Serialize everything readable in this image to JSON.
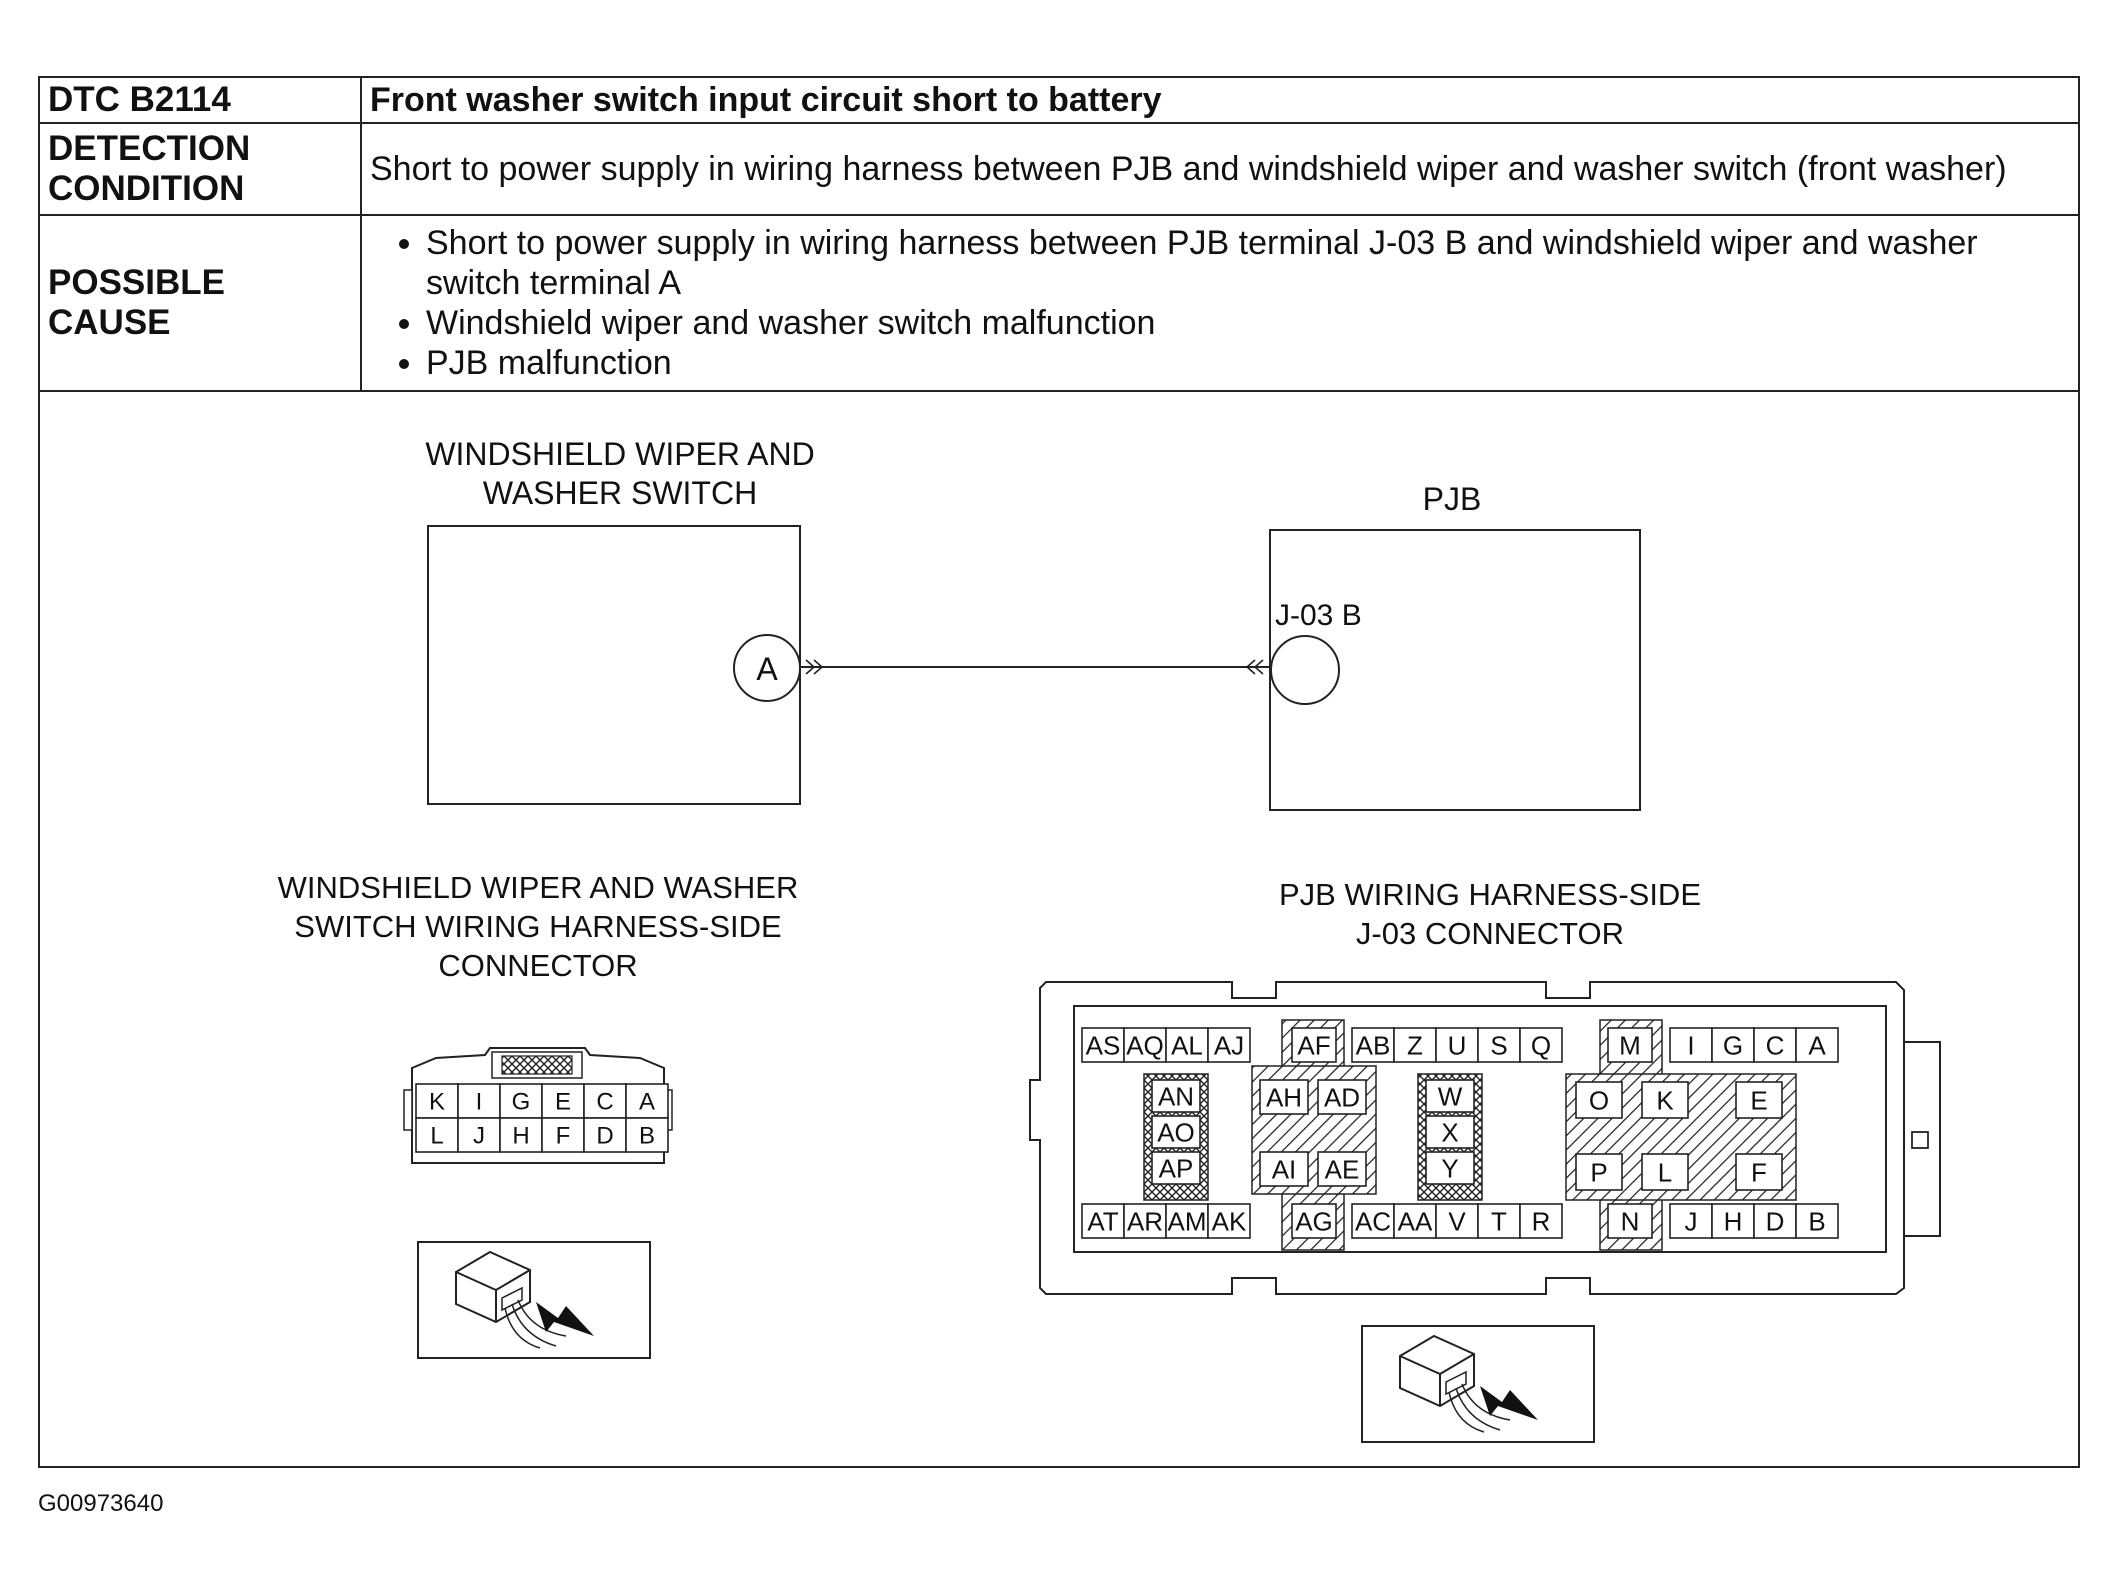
{
  "table": {
    "rows": [
      {
        "header": "DTC B2114",
        "content": "Front washer switch input circuit short to battery"
      },
      {
        "header": "DETECTION CONDITION",
        "content": "Short to power supply in wiring harness between PJB and windshield wiper and washer switch (front washer)"
      },
      {
        "header": "POSSIBLE CAUSE",
        "items": [
          "Short to power supply in wiring harness between PJB terminal J-03 B and windshield wiper and washer switch terminal A",
          "Windshield wiper and washer switch malfunction",
          "PJB malfunction"
        ]
      }
    ]
  },
  "diagram": {
    "switch_label": [
      "WINDSHIELD WIPER AND",
      "WASHER SWITCH"
    ],
    "switch_terminal": "A",
    "pjb_label": "PJB",
    "pjb_terminal": "J-03 B",
    "switch_connector_label": [
      "WINDSHIELD WIPER AND WASHER",
      "SWITCH WIRING HARNESS-SIDE",
      "CONNECTOR"
    ],
    "switch_connector_top": [
      "K",
      "I",
      "G",
      "E",
      "C",
      "A"
    ],
    "switch_connector_bottom": [
      "L",
      "J",
      "H",
      "F",
      "D",
      "B"
    ],
    "pjb_connector_label": [
      "PJB WIRING HARNESS-SIDE",
      "J-03 CONNECTOR"
    ],
    "pjb_top_row": [
      "AS",
      "AQ",
      "AL",
      "AJ",
      "AF",
      "AB",
      "Z",
      "U",
      "S",
      "Q",
      "M",
      "I",
      "G",
      "C",
      "A"
    ],
    "pjb_bottom_row": [
      "AT",
      "AR",
      "AM",
      "AK",
      "AG",
      "AC",
      "AA",
      "V",
      "T",
      "R",
      "N",
      "J",
      "H",
      "D",
      "B"
    ],
    "pjb_mid_col1": [
      "AN",
      "AO",
      "AP"
    ],
    "pjb_mid_col2": [
      "AH",
      "AD",
      "AI",
      "AE"
    ],
    "pjb_mid_col3": [
      "W",
      "X",
      "Y"
    ],
    "pjb_mid_col4": [
      "O",
      "K",
      "E",
      "P",
      "L",
      "F"
    ]
  },
  "figure_id": "G00973640"
}
